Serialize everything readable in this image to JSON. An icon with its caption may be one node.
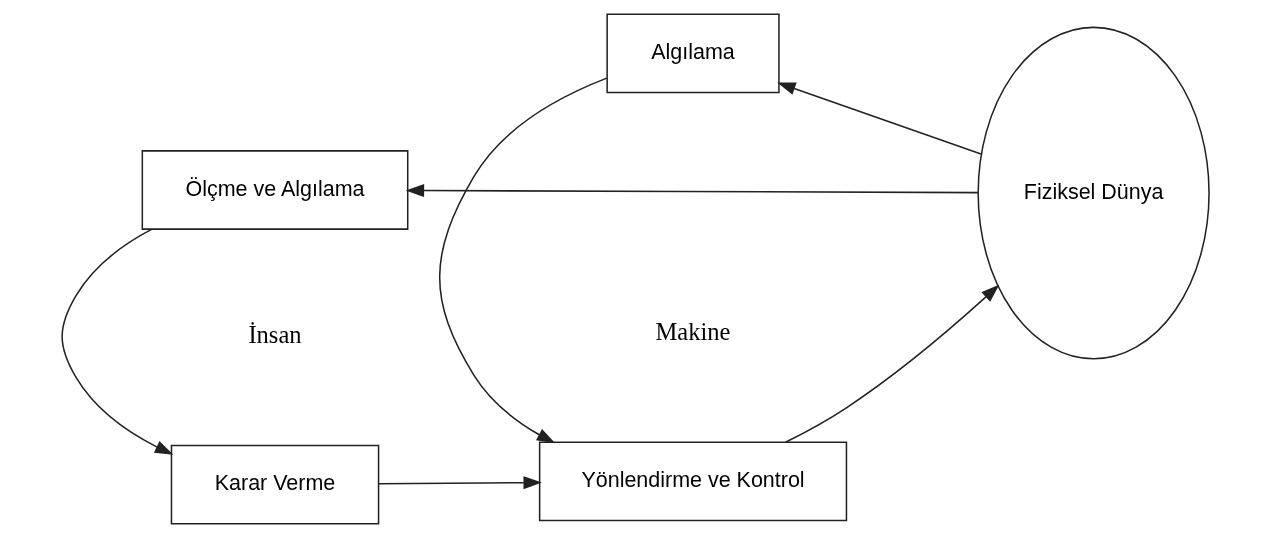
{
  "diagram": {
    "nodes": [
      {
        "text": [
          "Karar Verme"
        ]
      },
      {
        "text": [
          "Yönlendirme ve Kontrol"
        ]
      },
      {
        "text": [
          "Algılama"
        ]
      },
      {
        "text": [
          "Fiziksel Dünya"
        ]
      },
      {
        "text": [
          "Ölçme ve Algılama"
        ]
      }
    ],
    "edges": [
      {
        "from": 0,
        "to": 1,
        "arrow": "to"
      },
      {
        "from": 1,
        "to": 3,
        "arrow": "to"
      },
      {
        "from": 3,
        "to": 2,
        "arrow": "to"
      },
      {
        "from": 2,
        "to": 1,
        "arrow": "to"
      },
      {
        "from": 3,
        "to": 4,
        "arrow": "to"
      },
      {
        "from": 4,
        "to": 0,
        "arrow": "to"
      }
    ],
    "labels": [
      "İnsan",
      "Makine"
    ]
  }
}
